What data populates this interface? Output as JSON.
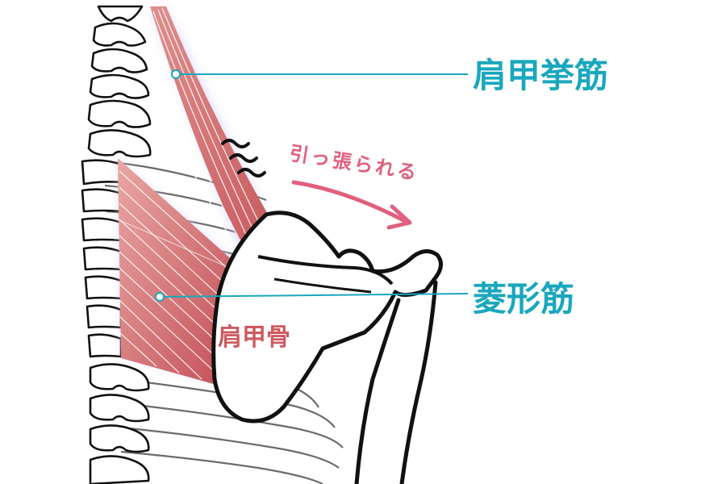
{
  "labels": {
    "levator_scapulae": "肩甲挙筋",
    "rhomboid": "菱形筋",
    "scapula": "肩甲骨",
    "pulled": "引っ張られる"
  },
  "colors": {
    "label_blue": "#1aa7bd",
    "leader_line": "#1aa7bd",
    "annotation_pink": "#e0607e",
    "muscle_red": "#cc5a5f",
    "muscle_light": "#e49a98",
    "bone_outline": "#111111",
    "rib_gray": "#6b6b6b"
  }
}
